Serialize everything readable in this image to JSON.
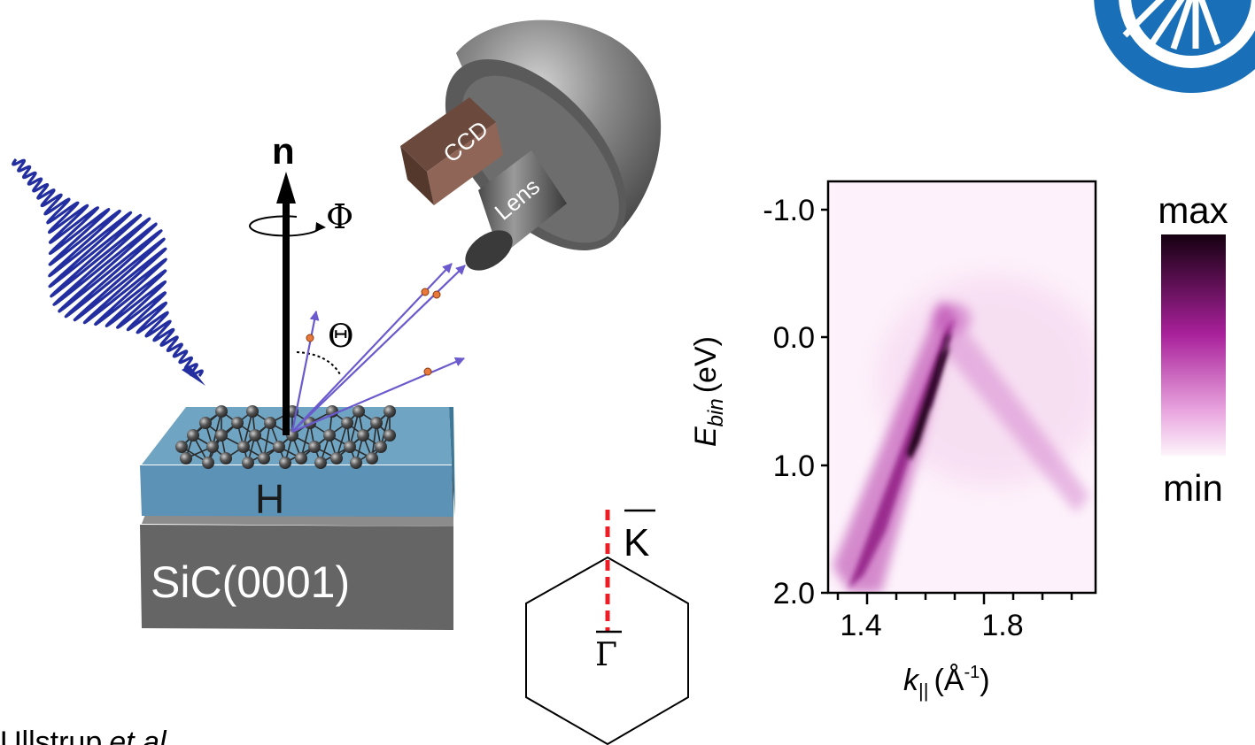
{
  "setup": {
    "normal_label": "n",
    "azimuth_label": "Φ",
    "polar_label": "Θ",
    "detector_labels": {
      "ccd": "CCD",
      "lens": "Lens"
    },
    "layer_label": "H",
    "substrate_label": "SiC(0001)"
  },
  "brillouin_zone": {
    "k_label": "K",
    "gamma_label": "Γ"
  },
  "arpes_map": {
    "y_label_main": "E",
    "y_label_sub": "bin",
    "y_label_unit": "(eV)",
    "x_label_main": "k",
    "x_label_sub": "||",
    "x_label_unit_pre": "(Å",
    "x_label_unit_sup": "-1",
    "x_label_unit_post": ")",
    "y_ticks": [
      "-1.0",
      "0.0",
      "1.0",
      "2.0"
    ],
    "x_ticks": [
      "1.4",
      "1.8"
    ],
    "colorbar_max": "max",
    "colorbar_min": "min",
    "colors": {
      "max": "#150010",
      "mid": "#a8209a",
      "min": "#fdf4fb"
    }
  },
  "citation": {
    "author": "Ullstrup",
    "etal": "et al."
  },
  "logo": {
    "color": "#1a70b8"
  }
}
